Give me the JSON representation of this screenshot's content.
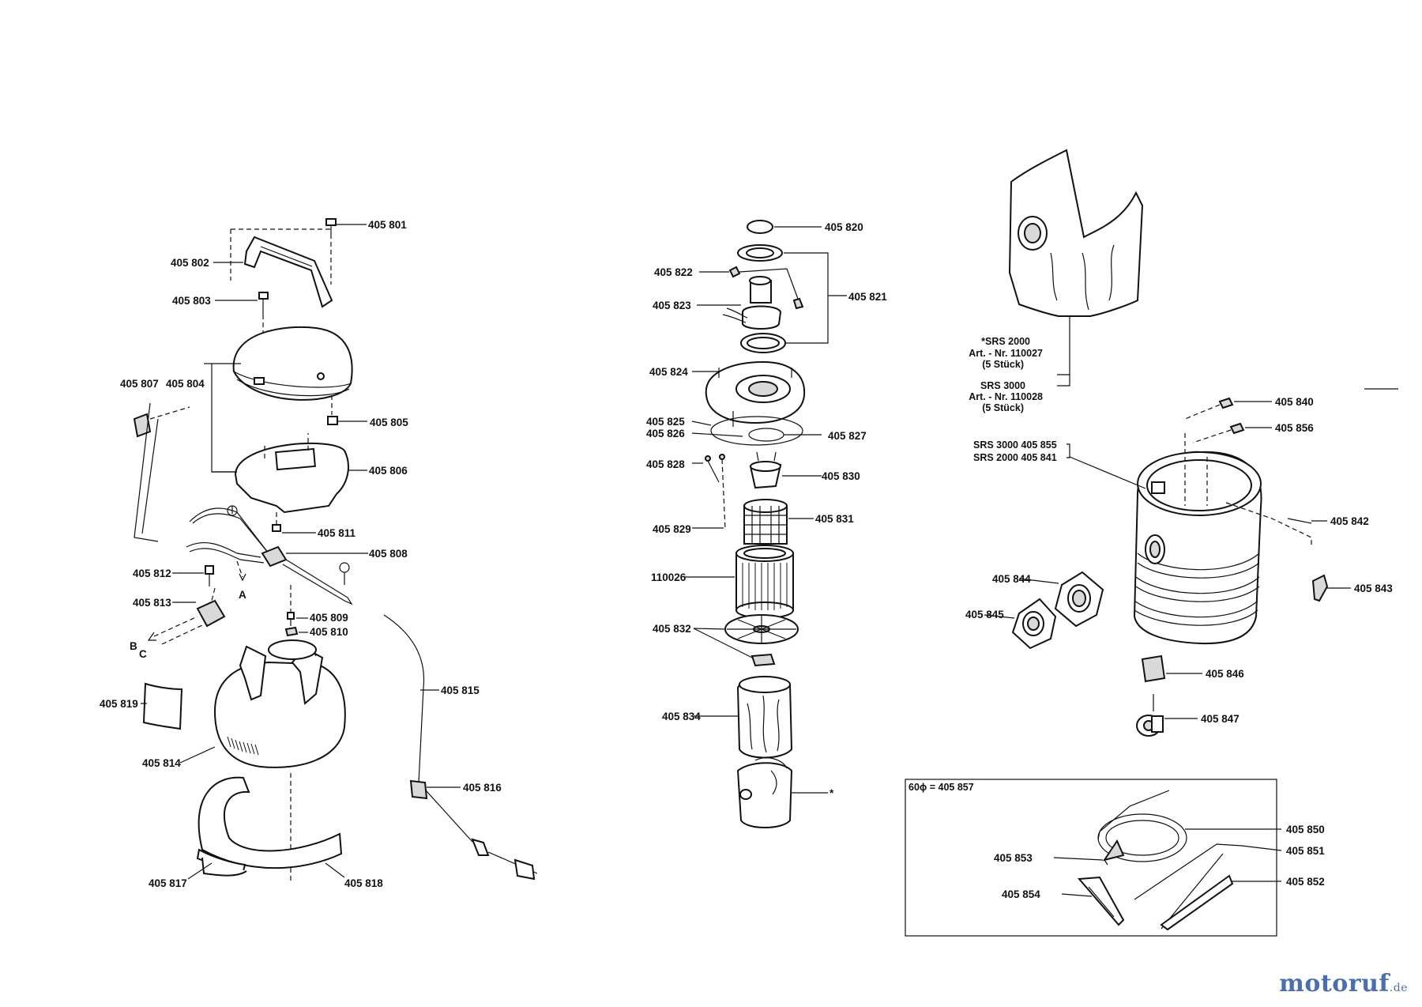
{
  "labels": {
    "p801": "405 801",
    "p802": "405 802",
    "p803": "405 803",
    "p804": "405 804",
    "p805": "405 805",
    "p806": "405 806",
    "p807": "405 807",
    "p808": "405 808",
    "p809": "405 809",
    "p810": "405 810",
    "p811": "405 811",
    "p812": "405 812",
    "p813": "405 813",
    "p814": "405 814",
    "p815": "405 815",
    "p816": "405 816",
    "p817": "405 817",
    "p818": "405 818",
    "p819": "405 819",
    "p820": "405 820",
    "p821": "405 821",
    "p822": "405 822",
    "p823": "405 823",
    "p824": "405 824",
    "p825": "405 825",
    "p826": "405 826",
    "p827": "405 827",
    "p828": "405 828",
    "p829": "405 829",
    "p830": "405 830",
    "p831": "405 831",
    "p110026": "110026",
    "p832": "405 832",
    "p834": "405 834",
    "star": "*",
    "p840": "405 840",
    "p856": "405 856",
    "p842": "405 842",
    "p843": "405 843",
    "p844": "405 844",
    "p845": "405 845",
    "p846": "405 846",
    "p847": "405 847",
    "p850": "405 850",
    "p851": "405 851",
    "p852": "405 852",
    "p853": "405 853",
    "p854": "405 854",
    "srs3000_855": "SRS 3000 405 855",
    "srs2000_841": "SRS 2000 405 841",
    "kit": "60ɸ = 405 857",
    "markA": "A",
    "markB": "B",
    "markC": "C"
  },
  "bag_note": {
    "srs2000": "*SRS 2000",
    "art1": "Art. - Nr. 110027",
    "qty1": "(5 Stück)",
    "srs3000": "SRS 3000",
    "art2": "Art. - Nr. 110028",
    "qty2": "(5 Stück)"
  },
  "brand": {
    "name": "motoruf",
    "tld": ".de"
  },
  "colors": {
    "line": "#111111",
    "brand": "#4a6fb0"
  }
}
